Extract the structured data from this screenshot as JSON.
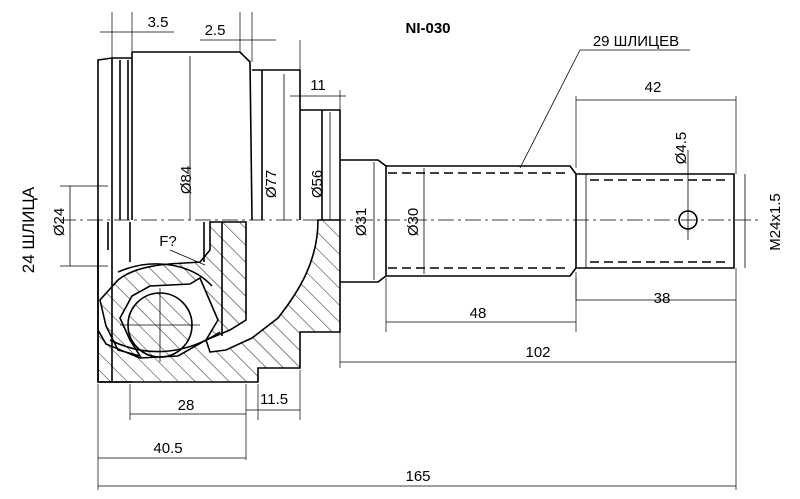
{
  "title": "NI-030",
  "labels": {
    "outer_splines": "29 ШЛИЦЕВ",
    "inner_splines": "24 ШЛИЦА",
    "f_mark": "F?"
  },
  "dimensions": {
    "d_3_5": "3.5",
    "d_2_5": "2.5",
    "d_11": "11",
    "d_42": "42",
    "d_4_5": "Ø4.5",
    "d_84": "Ø84",
    "d_77": "Ø77",
    "d_56": "Ø56",
    "d_31": "Ø31",
    "d_30": "Ø30",
    "d_24": "Ø24",
    "thread": "M24x1.5",
    "d_48": "48",
    "d_38": "38",
    "d_102": "102",
    "d_28": "28",
    "d_11_5": "11.5",
    "d_40_5": "40.5",
    "d_165": "165"
  }
}
